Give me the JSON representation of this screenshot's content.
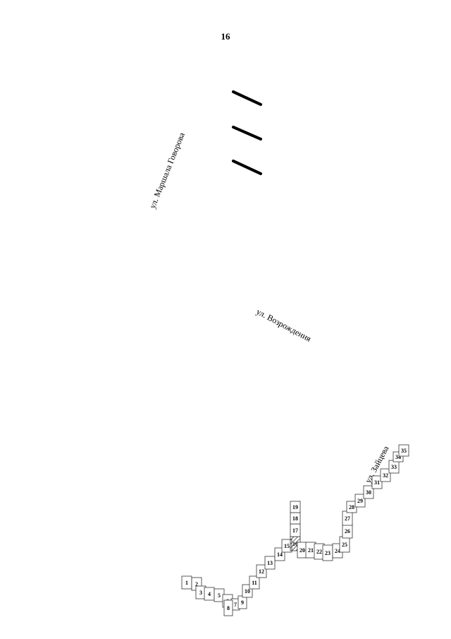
{
  "page": {
    "number": "16"
  },
  "streets": {
    "govorov": "ул. Маршала Говорова",
    "vozrozhdeniya": "ул. Возрождения",
    "zaitseva": "ул. Зайцева"
  },
  "plots": [
    {
      "label": "1"
    },
    {
      "label": "2"
    },
    {
      "label": "3"
    },
    {
      "label": "4"
    },
    {
      "label": "5"
    },
    {
      "label": "6"
    },
    {
      "label": "7"
    },
    {
      "label": "8"
    },
    {
      "label": "9"
    },
    {
      "label": "10"
    },
    {
      "label": "11"
    },
    {
      "label": "12"
    },
    {
      "label": "13"
    },
    {
      "label": "14"
    },
    {
      "label": "15"
    },
    {
      "label": "16",
      "hatched": true
    },
    {
      "label": "17"
    },
    {
      "label": "18"
    },
    {
      "label": "19"
    },
    {
      "label": "20"
    },
    {
      "label": "21"
    },
    {
      "label": "22"
    },
    {
      "label": "23"
    },
    {
      "label": "24"
    },
    {
      "label": "25"
    },
    {
      "label": "26"
    },
    {
      "label": "27"
    },
    {
      "label": "28"
    },
    {
      "label": "29"
    },
    {
      "label": "30"
    },
    {
      "label": "31"
    },
    {
      "label": "32"
    },
    {
      "label": "33"
    },
    {
      "label": "34"
    },
    {
      "label": "35"
    }
  ],
  "colors": {
    "ink": "#000000",
    "outline": "#333333"
  }
}
